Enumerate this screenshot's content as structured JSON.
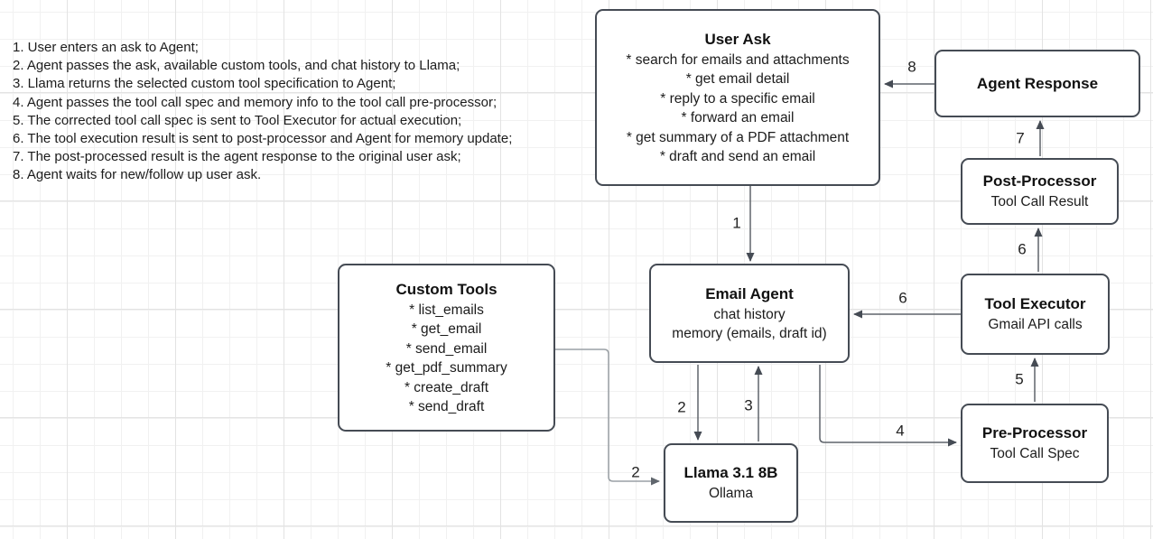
{
  "colors": {
    "node_border": "#454b54",
    "edge_stroke": "#5f646b",
    "tools_connector_stroke": "#9aa0a5",
    "grid_minor": "#f1f1f1",
    "grid_major": "#e3e3e3",
    "text": "#1a1a1a"
  },
  "steps": [
    "1. User enters an ask to Agent;",
    "2. Agent passes the ask, available custom tools, and chat history to Llama;",
    "3. Llama returns the selected custom tool specification to Agent;",
    "4. Agent passes the tool call spec and memory info to the tool call pre-processor;",
    "5. The corrected tool call spec is sent to Tool Executor for actual execution;",
    "6. The tool execution result is sent to post-processor and Agent for memory update;",
    "7. The post-processed result is the agent response to the original user ask;",
    "8. Agent waits for new/follow up user ask."
  ],
  "nodes": {
    "user_ask": {
      "title": "User Ask",
      "lines": [
        "* search for emails and attachments",
        "* get email detail",
        "* reply to a specific email",
        "* forward an email",
        "* get summary of a PDF attachment",
        "* draft and send an email"
      ]
    },
    "agent_response": {
      "title": "Agent Response"
    },
    "post_processor": {
      "title": "Post-Processor",
      "subtitle": "Tool Call Result"
    },
    "tool_executor": {
      "title": "Tool Executor",
      "subtitle": "Gmail API calls"
    },
    "email_agent": {
      "title": "Email Agent",
      "lines": [
        "chat history",
        "memory (emails, draft id)"
      ]
    },
    "custom_tools": {
      "title": "Custom Tools",
      "lines": [
        "* list_emails",
        "* get_email",
        "* send_email",
        "* get_pdf_summary",
        "* create_draft",
        "* send_draft"
      ]
    },
    "pre_processor": {
      "title": "Pre-Processor",
      "subtitle": "Tool Call Spec"
    },
    "llama": {
      "title": "Llama 3.1 8B",
      "subtitle": "Ollama"
    }
  },
  "edge_labels": {
    "e1": "1",
    "e2_agent_to_llama": "2",
    "e2_tools_to_llama": "2",
    "e3": "3",
    "e4": "4",
    "e5": "5",
    "e6_executor_to_agent": "6",
    "e6_executor_to_post": "6",
    "e7": "7",
    "e8": "8"
  }
}
